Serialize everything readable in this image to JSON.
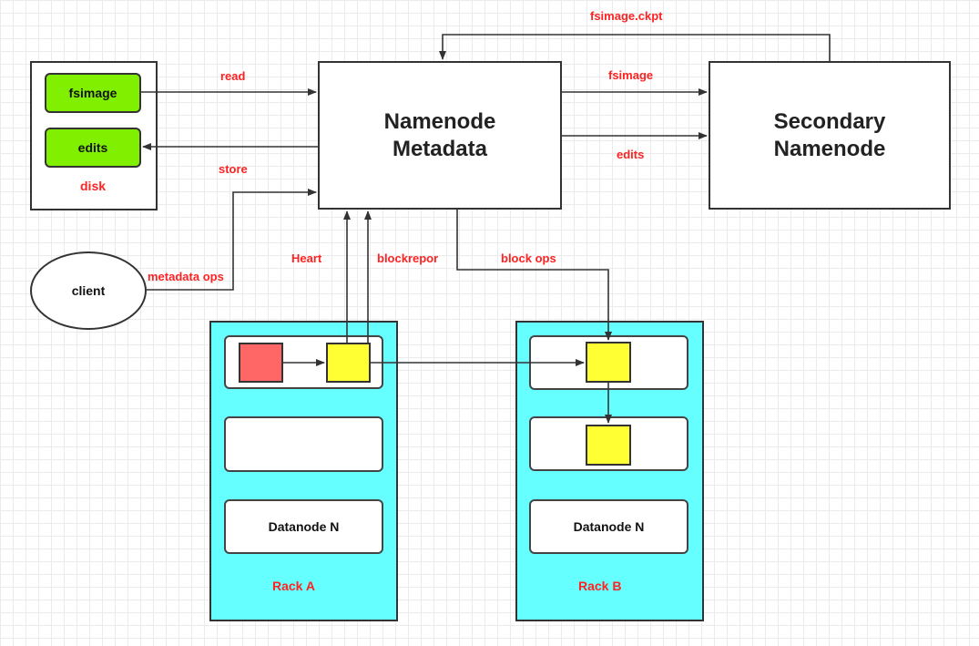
{
  "disk": {
    "fsimage_label": "fsimage",
    "edits_label": "edits",
    "caption": "disk"
  },
  "namenode": {
    "title": "Namenode\nMetadata"
  },
  "secondary": {
    "title": "Secondary\nNamenode"
  },
  "client": {
    "label": "client"
  },
  "edge_labels": {
    "fsimage_ckpt": "fsimage.ckpt",
    "read": "read",
    "store": "store",
    "fsimage": "fsimage",
    "edits": "edits",
    "heart": "Heart",
    "blockreport": "blockrepor",
    "block_ops": "block ops",
    "metadata_ops": "metadata ops"
  },
  "rack_a": {
    "caption": "Rack A",
    "datanode_n": "Datanode N"
  },
  "rack_b": {
    "caption": "Rack B",
    "datanode_n": "Datanode N"
  },
  "colors": {
    "rack_fill": "#66ffff",
    "green_fill": "#80f000",
    "yellow_block": "#ffff33",
    "red_block": "#ff6666",
    "label_red": "#ff2222"
  }
}
